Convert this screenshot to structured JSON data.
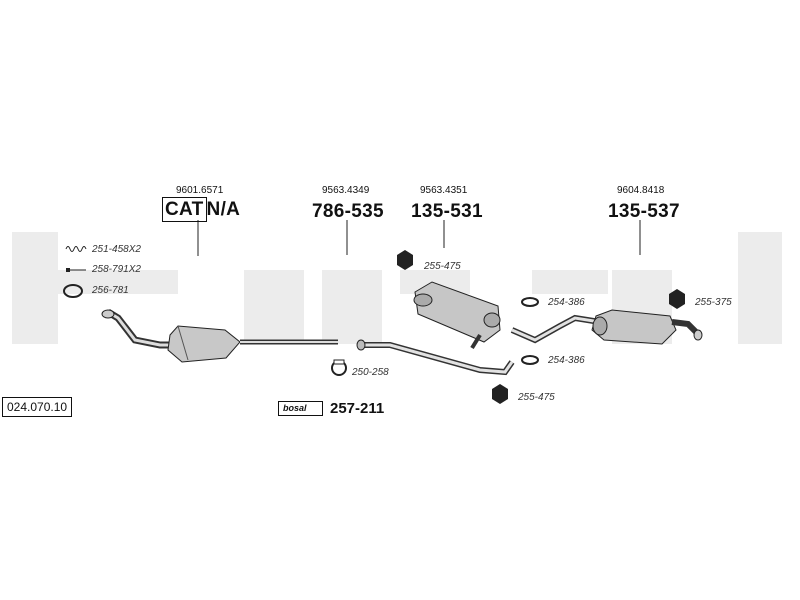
{
  "diagram_code": "024.070.10",
  "watermark": "bosal",
  "parts": {
    "cat_ref": "9601.6571",
    "cat_box": "CAT",
    "cat_na": "N/A",
    "pipe_ref": "9563.4349",
    "pipe_no": "786-535",
    "mid_ref": "9563.4351",
    "mid_no": "135-531",
    "rear_ref": "9604.8418",
    "rear_no": "135-537"
  },
  "fittings": {
    "spring": "251-458X2",
    "bolt": "258-791X2",
    "gasket": "256-781",
    "clamp_front": "250-258",
    "hanger_mid_top": "255-475",
    "hanger_mid_bottom": "255-475",
    "clamp_upper": "254-386",
    "clamp_lower": "254-386",
    "hanger_rear": "255-375",
    "kit_no": "257-211"
  },
  "brand_label": "bosal"
}
